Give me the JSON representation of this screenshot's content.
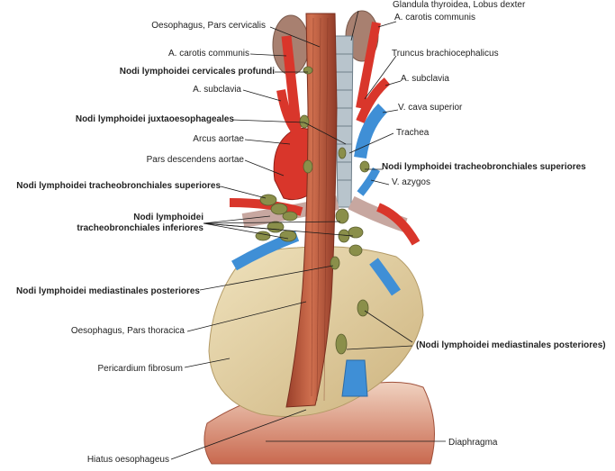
{
  "colors": {
    "artery": "#d9362b",
    "vein": "#3f8fd6",
    "esophagus": "#b8573c",
    "pericardium": "#e6d3a6",
    "lymph_node": "#8a8f4a",
    "diaphragm": "#d98a72",
    "thyroid": "#9c7a6a",
    "leader": "#1a1a1a"
  },
  "labels": {
    "glandula_thyroidea": "Glandula thyroidea, Lobus dexter",
    "a_carotis_communis_right": "A. carotis communis",
    "oesophagus_pars_cervicalis": "Oesophagus, Pars cervicalis",
    "truncus_brachiocephalicus": "Truncus brachiocephalicus",
    "a_carotis_communis_left": "A. carotis communis",
    "a_subclavia_right": "A. subclavia",
    "nodi_cervicales_profundi": "Nodi lymphoidei cervicales profundi",
    "a_subclavia_left": "A. subclavia",
    "v_cava_superior": "V. cava superior",
    "nodi_juxtaoesophageales": "Nodi lymphoidei juxtaoesophageales",
    "trachea": "Trachea",
    "arcus_aortae": "Arcus aortae",
    "nodi_tracheobronchiales_sup_right": "Nodi lymphoidei tracheobronchiales superiores",
    "pars_descendens_aortae": "Pars descendens aortae",
    "v_azygos": "V. azygos",
    "nodi_tracheobronchiales_sup_left": "Nodi lymphoidei tracheobronchiales superiores",
    "nodi_tracheobronchiales_inf_1": "Nodi lymphoidei",
    "nodi_tracheobronchiales_inf_2": "tracheobronchiales inferiores",
    "nodi_mediastinales_posteriores": "Nodi lymphoidei mediastinales posteriores",
    "oesophagus_pars_thoracica": "Oesophagus, Pars thoracica",
    "nodi_mediastinales_posteriores_paren": "(Nodi lymphoidei mediastinales posteriores)",
    "pericardium_fibrosum": "Pericardium fibrosum",
    "diaphragma": "Diaphragma",
    "hiatus_oesophageus": "Hiatus oesophageus"
  }
}
